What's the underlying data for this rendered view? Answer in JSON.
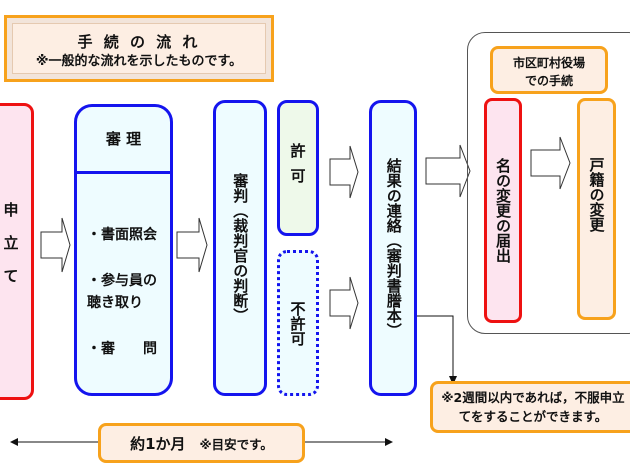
{
  "title": {
    "heading": "手 続 の 流 れ",
    "note": "※一般的な流れを示したものです。"
  },
  "steps": {
    "application": "申立て",
    "hearing": {
      "header": "審 理",
      "items": [
        "・書面照会",
        "・参与員の聴き取り",
        "・審　　問"
      ]
    },
    "judgment": "審判（裁判官の判断）",
    "permitted": "許可",
    "not_permitted": "不許可",
    "result_notice": "結果の連絡（審判書謄本）"
  },
  "municipal": {
    "header": "市区町村役場での手続",
    "name_change_notice": "名の変更の届出",
    "family_register_change": "戸籍の変更"
  },
  "appeal_note": "※2週間以内であれば，不服申立てをすることができます。",
  "timeline": {
    "label": "約1か月",
    "note": "※目安です。"
  },
  "colors": {
    "blue": "#1414ee",
    "red": "#ee1111",
    "orange": "#f7a21c",
    "pink": "#fde4ef",
    "green": "#eef9ea",
    "cream": "#fdeee3"
  }
}
